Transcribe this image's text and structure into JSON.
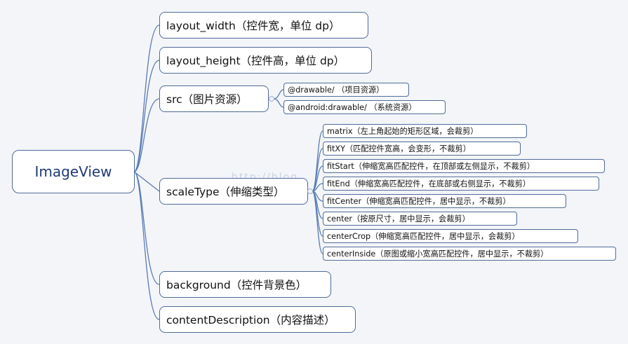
{
  "root": {
    "label": "ImageView"
  },
  "watermark": "http://blog.",
  "colors": {
    "connector": "#5b7bb3",
    "border": "#4f6b9a",
    "background": "#f3f5f8"
  },
  "nodes": {
    "layout_width": "layout_width（控件宽，单位 dp）",
    "layout_height": "layout_height（控件高，单位 dp）",
    "src": "src（图片资源）",
    "scaleType": "scaleType（伸缩类型）",
    "background": "background（控件背景色）",
    "contentDescription": "contentDescription（内容描述）"
  },
  "src_children": [
    "@drawable/ （项目资源）",
    "@android:drawable/ （系统资源）"
  ],
  "scaletype_children": [
    "matrix（左上角起始的矩形区域，会裁剪）",
    "fitXY（匹配控件宽高，会变形，不裁剪）",
    "fitStart（伸缩宽高匹配控件，在顶部或左侧显示，不裁剪）",
    "fitEnd（伸缩宽高匹配控件，在底部或右侧显示，不裁剪）",
    "fitCenter（伸缩宽高匹配控件，居中显示，不裁剪）",
    "center（按原尺寸，居中显示，会裁剪）",
    "centerCrop（伸缩宽高匹配控件，居中显示，会裁剪）",
    "centerInside（原图或缩小宽高匹配控件，居中显示，不裁剪）"
  ]
}
